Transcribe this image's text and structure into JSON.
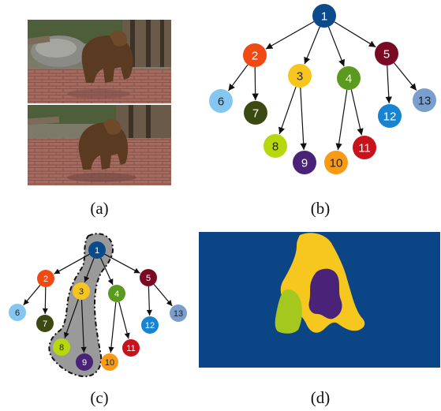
{
  "captions": {
    "a": "(a)",
    "b": "(b)",
    "c": "(c)",
    "d": "(d)"
  },
  "photos": [
    {
      "name": "bear-frame-top",
      "alt_icon": "bear-photo-icon"
    },
    {
      "name": "bear-frame-bottom",
      "alt_icon": "bear-photo-icon"
    }
  ],
  "tree": {
    "nodes": [
      {
        "id": "1",
        "color": "#0b4a8b",
        "text": "#ffffff"
      },
      {
        "id": "2",
        "color": "#f04a14",
        "text": "#ffffff"
      },
      {
        "id": "3",
        "color": "#f7c51e",
        "text": "#222222"
      },
      {
        "id": "4",
        "color": "#5a9a1e",
        "text": "#ffffff"
      },
      {
        "id": "5",
        "color": "#7a0a24",
        "text": "#ffffff"
      },
      {
        "id": "6",
        "color": "#84c6f2",
        "text": "#222222"
      },
      {
        "id": "7",
        "color": "#3a4a10",
        "text": "#ffffff"
      },
      {
        "id": "8",
        "color": "#b7d80e",
        "text": "#222222"
      },
      {
        "id": "9",
        "color": "#4a2277",
        "text": "#ffffff"
      },
      {
        "id": "10",
        "color": "#f99a16",
        "text": "#222222"
      },
      {
        "id": "11",
        "color": "#c8121c",
        "text": "#ffffff"
      },
      {
        "id": "12",
        "color": "#1684d0",
        "text": "#ffffff"
      },
      {
        "id": "13",
        "color": "#7a9ece",
        "text": "#222222"
      }
    ],
    "edges": [
      [
        "1",
        "2"
      ],
      [
        "1",
        "3"
      ],
      [
        "1",
        "4"
      ],
      [
        "1",
        "5"
      ],
      [
        "2",
        "6"
      ],
      [
        "2",
        "7"
      ],
      [
        "3",
        "8"
      ],
      [
        "3",
        "9"
      ],
      [
        "4",
        "10"
      ],
      [
        "4",
        "11"
      ],
      [
        "5",
        "12"
      ],
      [
        "5",
        "13"
      ]
    ],
    "highlighted_path": [
      "1",
      "3",
      "8",
      "9"
    ]
  },
  "segmentation": {
    "background": "#0b4585",
    "regions": [
      {
        "name": "yellow-region",
        "color": "#f6c71e"
      },
      {
        "name": "purple-region",
        "color": "#4a2277"
      },
      {
        "name": "green-region",
        "color": "#a4c81e"
      }
    ]
  }
}
